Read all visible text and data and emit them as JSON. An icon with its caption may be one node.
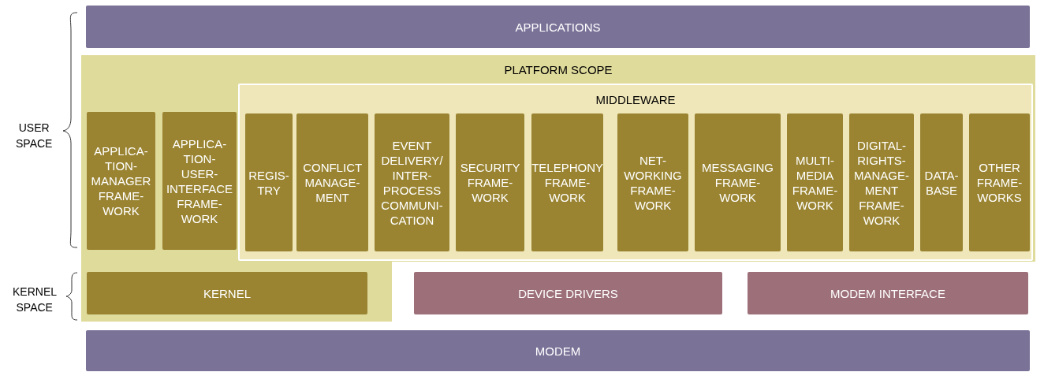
{
  "diagram": {
    "nodes": [
      {
        "text": [
          "APPLICATIONS"
        ]
      },
      {
        "text": [
          "PLATFORM SCOPE"
        ]
      },
      {
        "text": [
          "MIDDLEWARE"
        ],
        "in": 1
      },
      {
        "text": [
          "APPLICA- TION- MANAGER FRAME- WORK"
        ],
        "in": 1
      },
      {
        "text": [
          "APPLICA- TION- USER- INTERFACE FRAME- WORK"
        ],
        "in": 1
      },
      {
        "text": [
          "REGIS- TRY"
        ],
        "in": 2
      },
      {
        "text": [
          "CONFLICT MANAGE- MENT"
        ],
        "in": 2
      },
      {
        "text": [
          "EVENT DELIVERY/ INTER- PROCESS COMMUNI- CATION"
        ],
        "in": 2
      },
      {
        "text": [
          "SECURITY FRAME- WORK"
        ],
        "in": 2
      },
      {
        "text": [
          "TELEPHONY FRAME- WORK"
        ],
        "in": 2
      },
      {
        "text": [
          "NET- WORKING FRAME- WORK"
        ],
        "in": 2
      },
      {
        "text": [
          "MESSAGING FRAME- WORK"
        ],
        "in": 2
      },
      {
        "text": [
          "MULTI- MEDIA FRAME- WORK"
        ],
        "in": 2
      },
      {
        "text": [
          "DIGITAL- RIGHTS- MANAGE- MENT FRAME- WORK"
        ],
        "in": 2
      },
      {
        "text": [
          "DATA- BASE"
        ],
        "in": 2
      },
      {
        "text": [
          "OTHER FRAME- WORKS"
        ],
        "in": 2
      },
      {
        "text": [
          "KERNEL"
        ],
        "in": 1
      },
      {
        "text": [
          "DEVICE DRIVERS"
        ]
      },
      {
        "text": [
          "MODEM INTERFACE"
        ]
      },
      {
        "text": [
          "MODEM"
        ]
      }
    ],
    "labels": [
      "USER SPACE",
      "KERNEL SPACE"
    ]
  }
}
